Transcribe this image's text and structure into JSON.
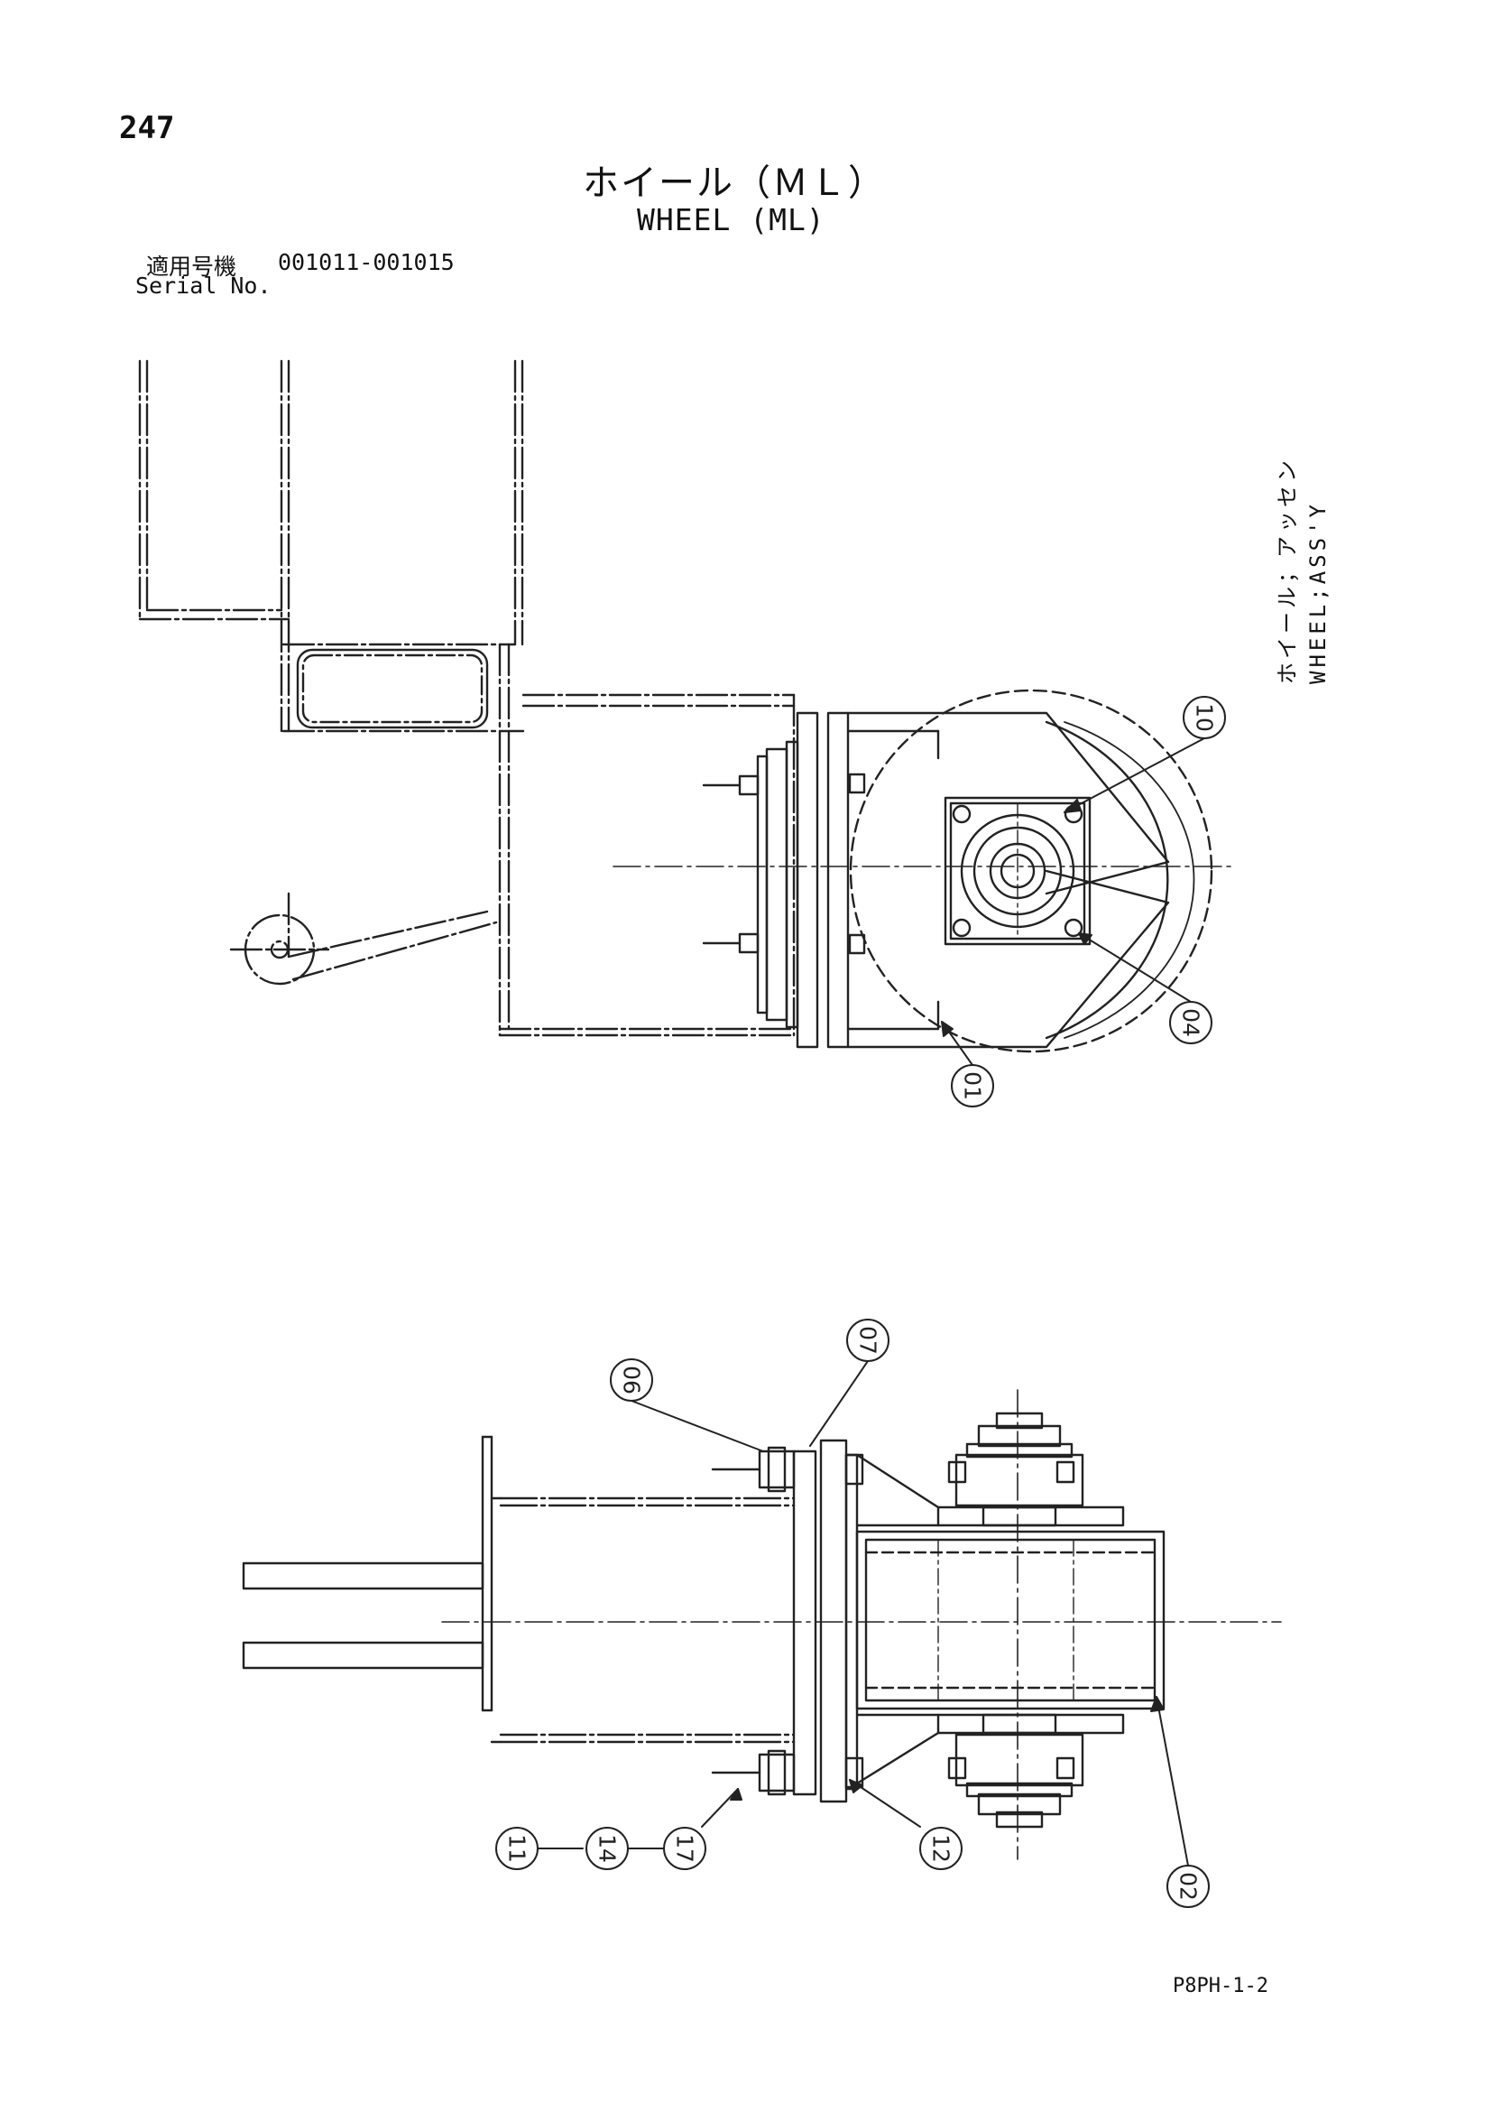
{
  "page": {
    "number": "247",
    "code": "P8PH-1-2"
  },
  "title": {
    "jp": "ホイール（ＭＬ）",
    "en": "WHEEL (ML)"
  },
  "serial": {
    "label_jp": "適用号機",
    "value": "001011-001015",
    "label_en": "Serial No."
  },
  "side_label": {
    "jp": "ホイール；アッセン",
    "en": "WHEEL;ASS'Y"
  },
  "callouts": {
    "c10": "10",
    "c04": "04",
    "c01": "01",
    "c06": "06",
    "c07": "07",
    "c02": "02",
    "c11": "11",
    "c14": "14",
    "c17": "17",
    "c12": "12"
  },
  "colors": {
    "line": "#222222",
    "paper": "#ffffff"
  }
}
